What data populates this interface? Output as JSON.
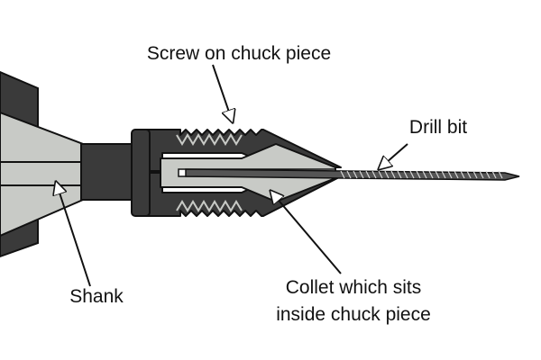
{
  "diagram": {
    "labels": {
      "screw_chuck": "Screw on chuck piece",
      "drill_bit": "Drill bit",
      "shank": "Shank",
      "collet_line1": "Collet which sits",
      "collet_line2": "inside chuck piece"
    },
    "colors": {
      "dark": "#3a3a3a",
      "light_grey": "#c8cac6",
      "outline": "#111111",
      "background": "#ffffff"
    }
  }
}
